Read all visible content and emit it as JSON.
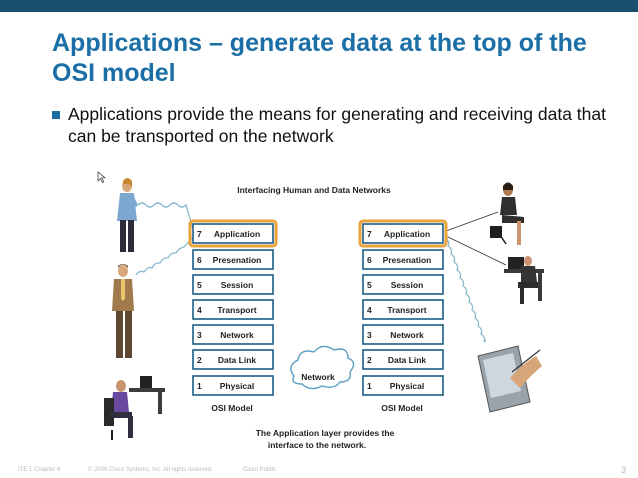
{
  "slide": {
    "title": "Applications – generate data at the top of the OSI model",
    "bullet": "Applications provide the means for generating and receiving data that can be transported on the network"
  },
  "diagram": {
    "heading": "Interfacing Human and Data Networks",
    "left_stack": {
      "layers": [
        {
          "num": "7",
          "name": "Application"
        },
        {
          "num": "6",
          "name": "Presenation"
        },
        {
          "num": "5",
          "name": "Session"
        },
        {
          "num": "4",
          "name": "Transport"
        },
        {
          "num": "3",
          "name": "Network"
        },
        {
          "num": "2",
          "name": "Data Link"
        },
        {
          "num": "1",
          "name": "Physical"
        }
      ],
      "caption": "OSI Model"
    },
    "right_stack": {
      "layers": [
        {
          "num": "7",
          "name": "Application"
        },
        {
          "num": "6",
          "name": "Presenation"
        },
        {
          "num": "5",
          "name": "Session"
        },
        {
          "num": "4",
          "name": "Transport"
        },
        {
          "num": "3",
          "name": "Network"
        },
        {
          "num": "2",
          "name": "Data Link"
        },
        {
          "num": "1",
          "name": "Physical"
        }
      ],
      "caption": "OSI Model"
    },
    "cloud_label": "Network",
    "caption_line1": "The Application layer provides the",
    "caption_line2": "interface to the network."
  },
  "footer": {
    "chapter": "ITE 1 Chapter 6",
    "copyright": "© 2006 Cisco Systems, Inc. All rights reserved.",
    "classification": "Cisco Public",
    "page": "3"
  },
  "colors": {
    "title": "#1b6fa6",
    "topbar": "#1b4f72",
    "highlight": "#e8a33a",
    "layer_border": "#1b5d86"
  }
}
